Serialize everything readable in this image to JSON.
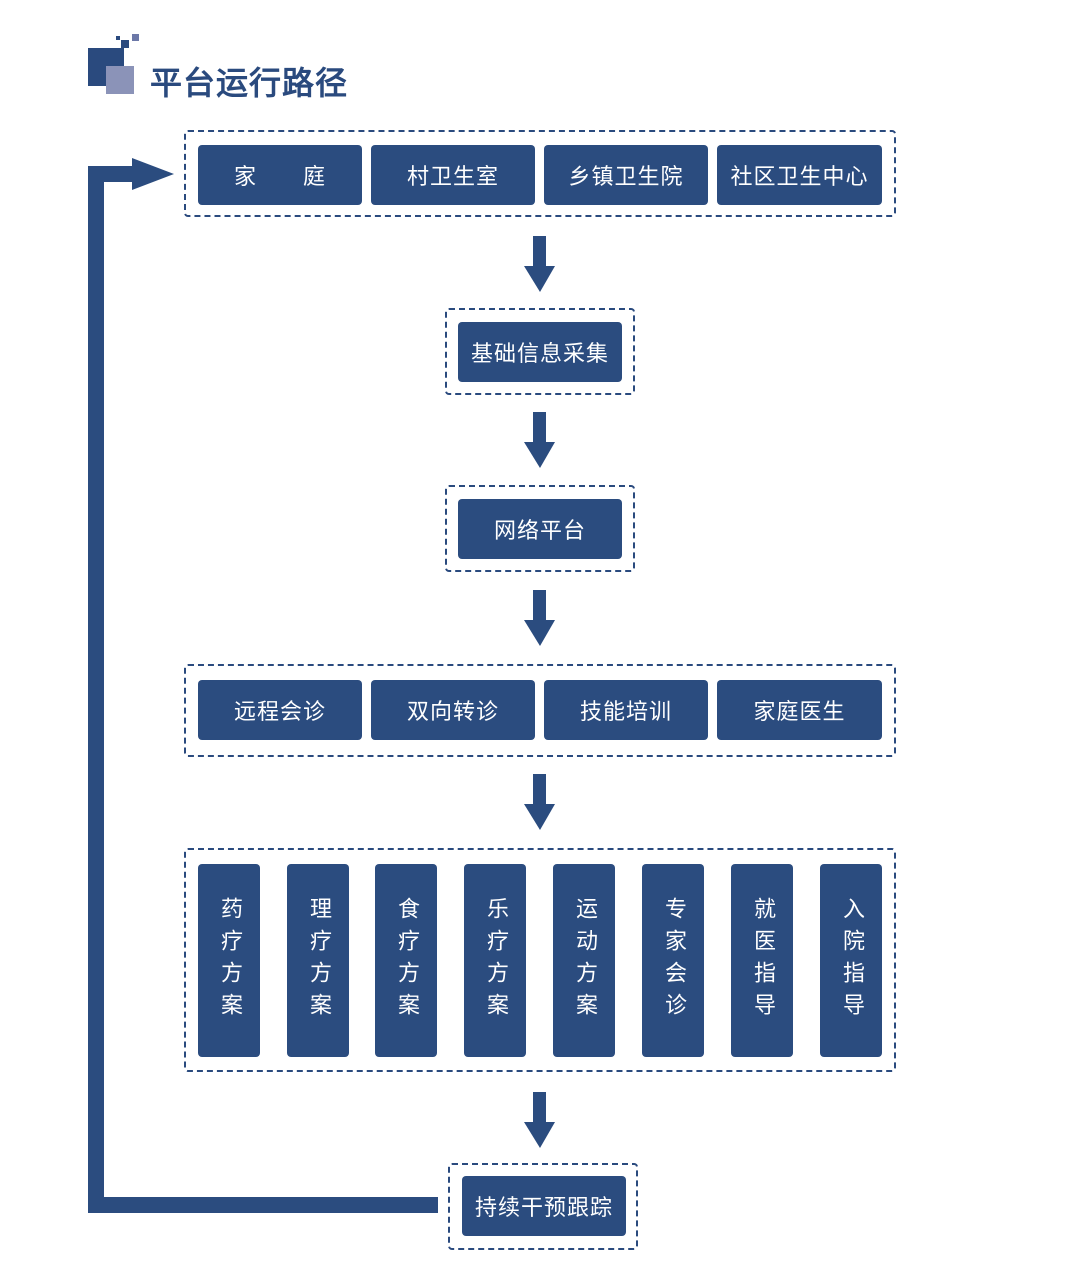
{
  "header": {
    "title": "平台运行路径"
  },
  "colors": {
    "primary": "#2b4c7f",
    "accent": "#8b93b8",
    "background": "#ffffff"
  },
  "row1": [
    "家　　庭",
    "村卫生室",
    "乡镇卫生院",
    "社区卫生中心"
  ],
  "step2": "基础信息采集",
  "step3": "网络平台",
  "row4": [
    "远程会诊",
    "双向转诊",
    "技能培训",
    "家庭医生"
  ],
  "row5": [
    "药疗方案",
    "理疗方案",
    "食疗方案",
    "乐疗方案",
    "运动方案",
    "专家会诊",
    "就医指导",
    "入院指导"
  ],
  "step6": "持续干预跟踪"
}
